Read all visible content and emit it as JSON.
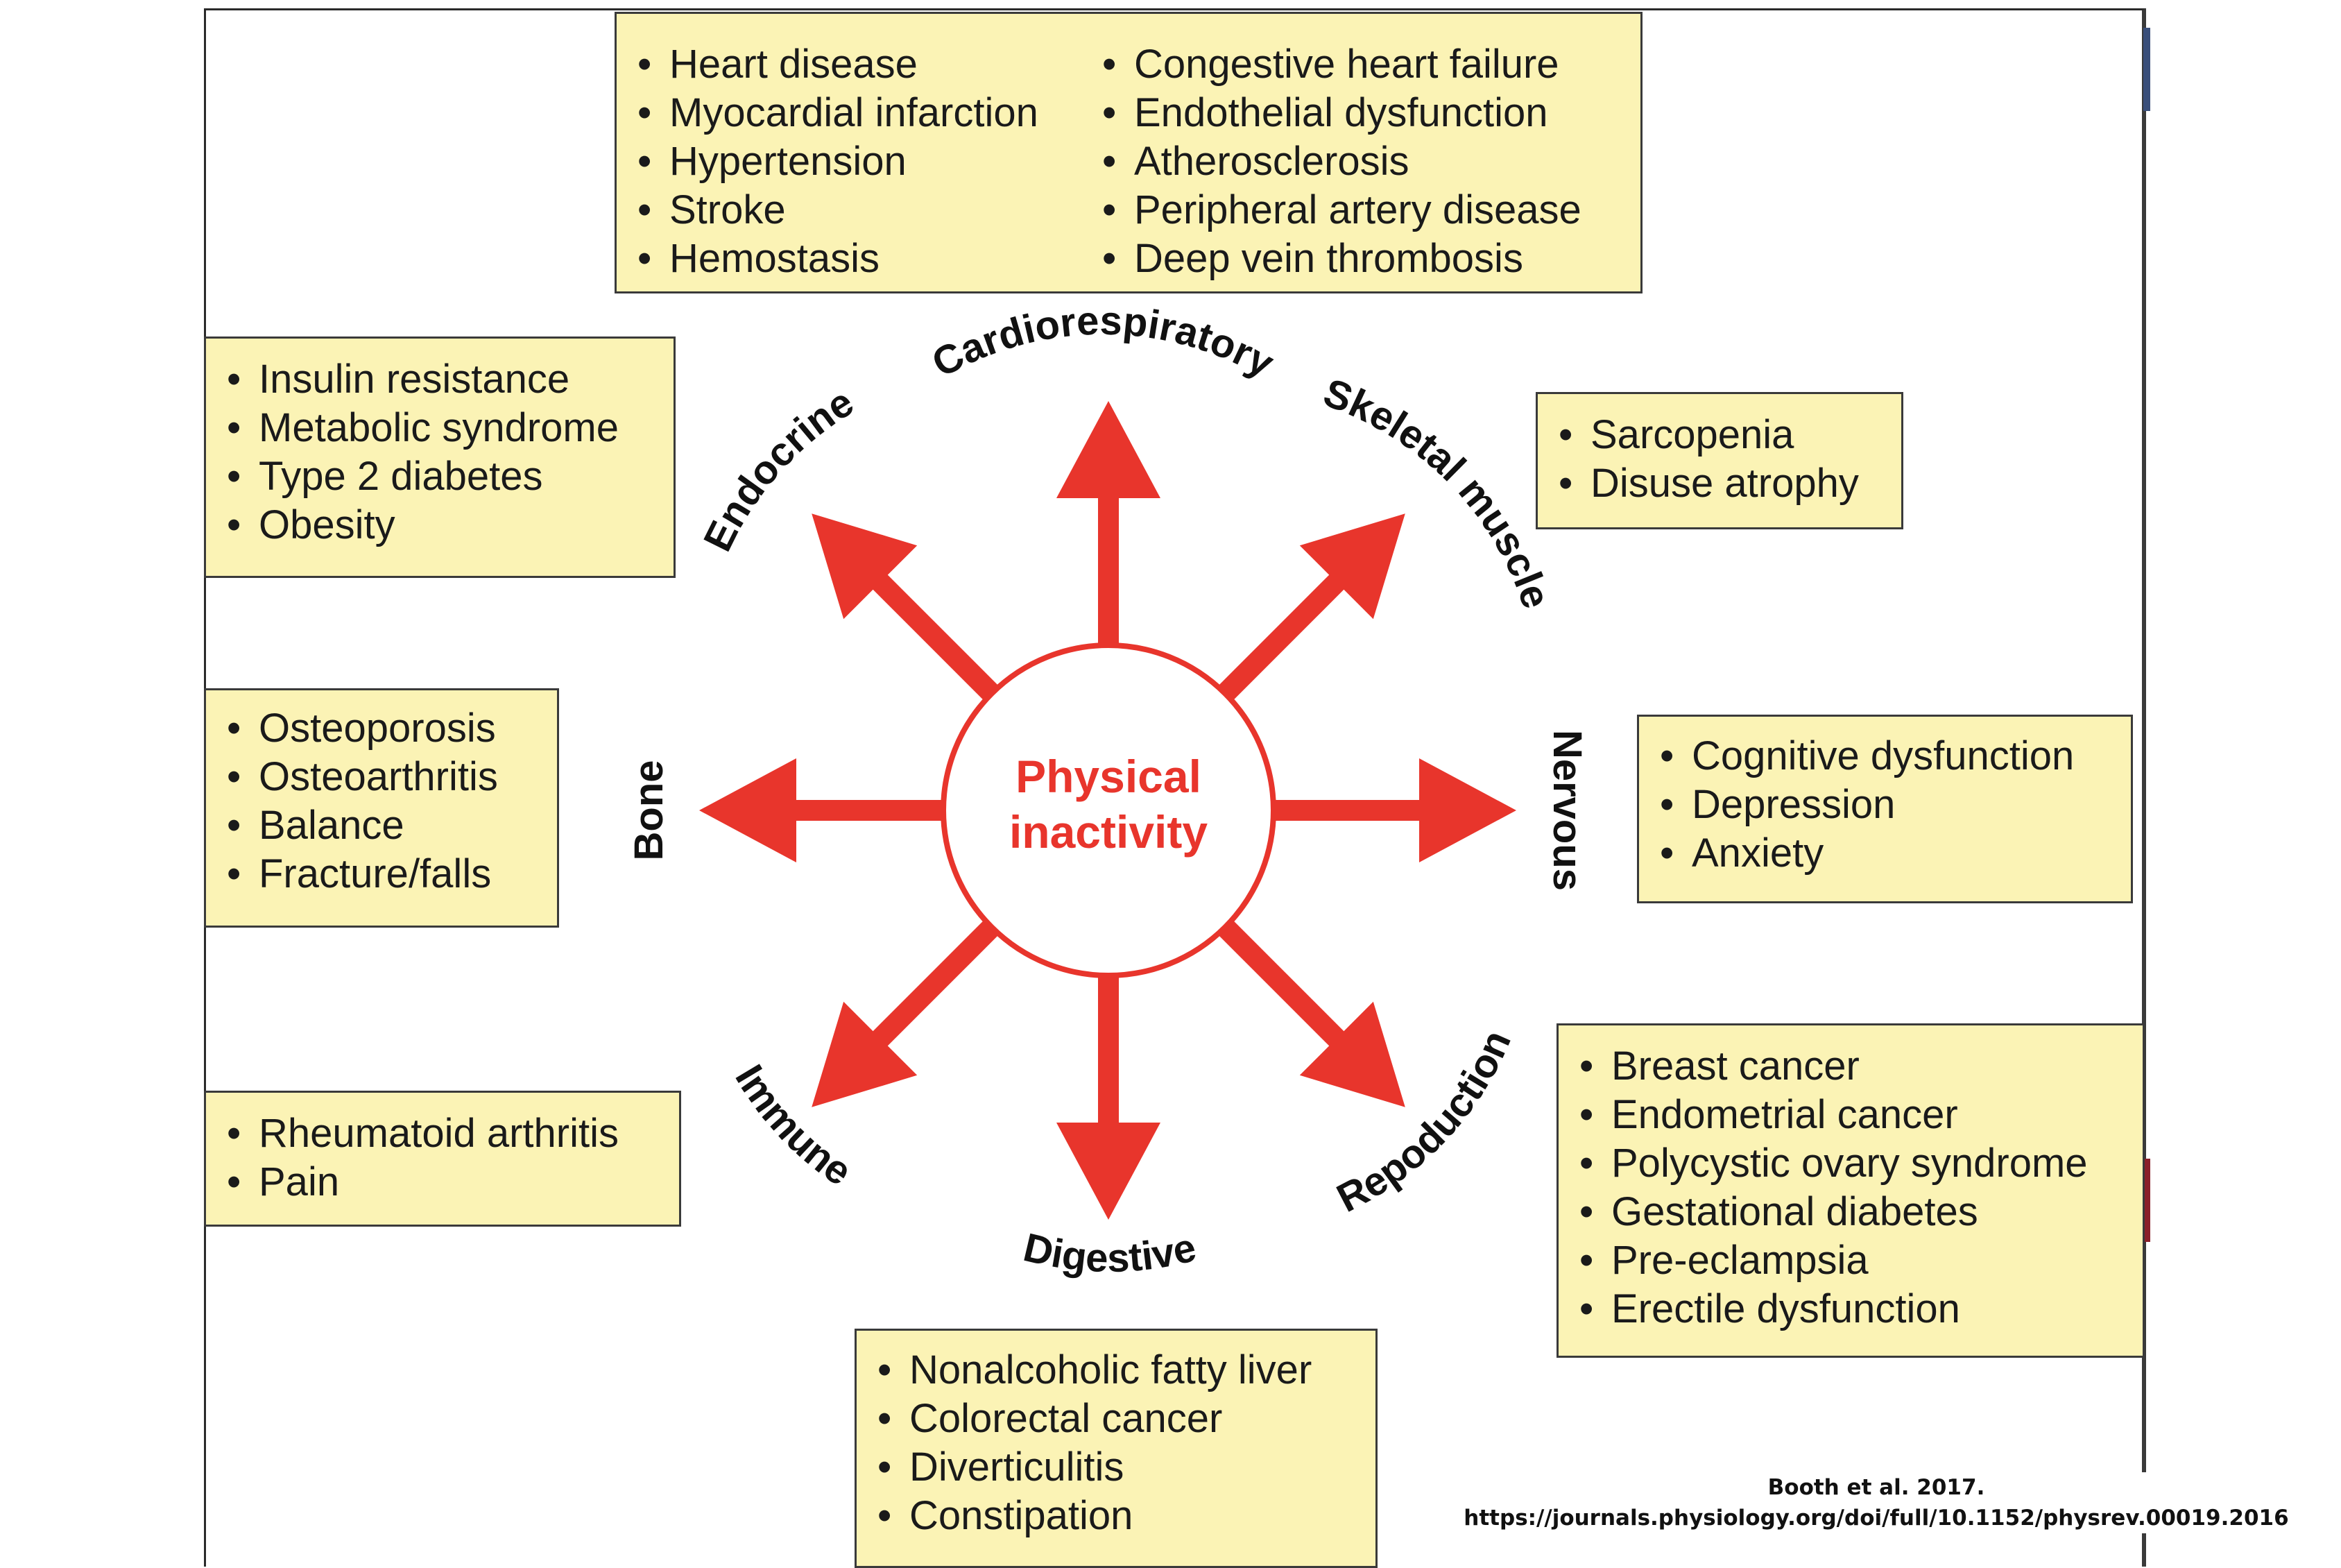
{
  "center": {
    "line1": "Physical",
    "line2": "inactivity"
  },
  "colors": {
    "arrow": "#e8352c",
    "box_fill": "#fbf3b5",
    "center_text": "#e8352c"
  },
  "systems": {
    "cardiorespiratory": "Cardiorespiratory",
    "skeletal_muscle": "Skeletal muscle",
    "endocrine": "Endocrine",
    "bone": "Bone",
    "nervous": "Nervous",
    "immune": "Immune",
    "digestive": "Digestive",
    "reproduction": "Repoduction"
  },
  "boxes": {
    "cardiorespiratory_left": [
      "Heart disease",
      "Myocardial infarction",
      "Hypertension",
      "Stroke",
      "Hemostasis"
    ],
    "cardiorespiratory_right": [
      "Congestive heart failure",
      "Endothelial dysfunction",
      "Atherosclerosis",
      "Peripheral artery disease",
      "Deep vein thrombosis"
    ],
    "endocrine": [
      "Insulin resistance",
      "Metabolic syndrome",
      "Type 2 diabetes",
      "Obesity"
    ],
    "skeletal_muscle": [
      "Sarcopenia",
      "Disuse atrophy"
    ],
    "bone": [
      "Osteoporosis",
      "Osteoarthritis",
      "Balance",
      "Fracture/falls"
    ],
    "nervous": [
      "Cognitive dysfunction",
      "Depression",
      "Anxiety"
    ],
    "immune": [
      "Rheumatoid arthritis",
      "Pain"
    ],
    "reproduction": [
      "Breast cancer",
      "Endometrial cancer",
      "Polycystic ovary syndrome",
      "Gestational diabetes",
      "Pre-eclampsia",
      "Erectile dysfunction"
    ],
    "digestive": [
      "Nonalcoholic fatty liver",
      "Colorectal cancer",
      "Diverticulitis",
      "Constipation"
    ]
  },
  "citation": {
    "line1": "Booth et al. 2017.",
    "line2": "https://journals.physiology.org/doi/full/10.1152/physrev.00019.2016"
  }
}
